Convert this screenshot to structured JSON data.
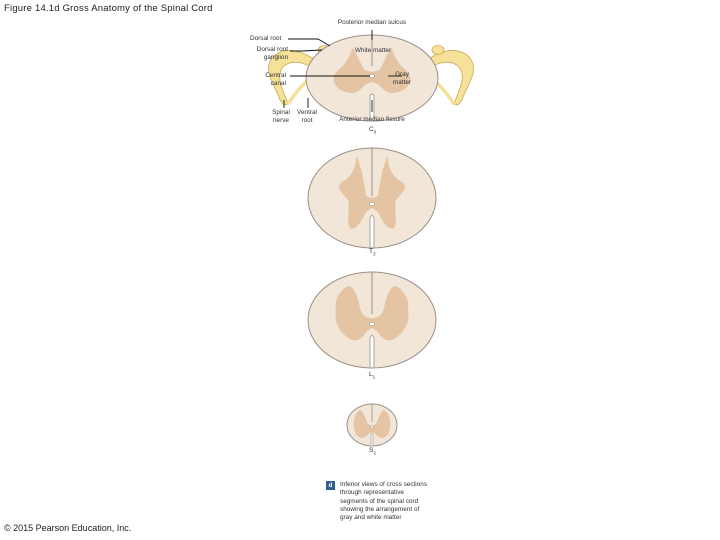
{
  "figure_title": "Figure 14.1d Gross Anatomy of the Spinal Cord",
  "labels": {
    "posterior_median_sulcus": "Posterior median sulcus",
    "dorsal_root": "Dorsal root",
    "dorsal_root_ganglion_1": "Dorsal root",
    "dorsal_root_ganglion_2": "ganglion",
    "white_matter": "White matter",
    "central_canal_1": "Central",
    "central_canal_2": "canal",
    "gray_matter_1": "Gray",
    "gray_matter_2": "matter",
    "spinal_nerve_1": "Spinal",
    "spinal_nerve_2": "nerve",
    "ventral_root_1": "Ventral",
    "ventral_root_2": "root",
    "anterior_median_fissure": "Anterior median fissure"
  },
  "segments": [
    {
      "letter": "C",
      "number": "3"
    },
    {
      "letter": "T",
      "number": "3"
    },
    {
      "letter": "L",
      "number": "1"
    },
    {
      "letter": "S",
      "number": "2"
    }
  ],
  "panel_letter": "d",
  "caption_lines": [
    "Inferior views of cross sections",
    "through representative",
    "segments of the spinal cord",
    "showing the arrangement of",
    "gray and white matter"
  ],
  "copyright": "© 2015 Pearson Education, Inc.",
  "colors": {
    "white_matter": "#f2e6d9",
    "gray_matter": "#e4c4a2",
    "outline": "#9a9088",
    "nerve_fill": "#f6e19a",
    "nerve_outline": "#c9a94f",
    "leader": "#111111",
    "panel_badge": "#2f5f8a"
  }
}
